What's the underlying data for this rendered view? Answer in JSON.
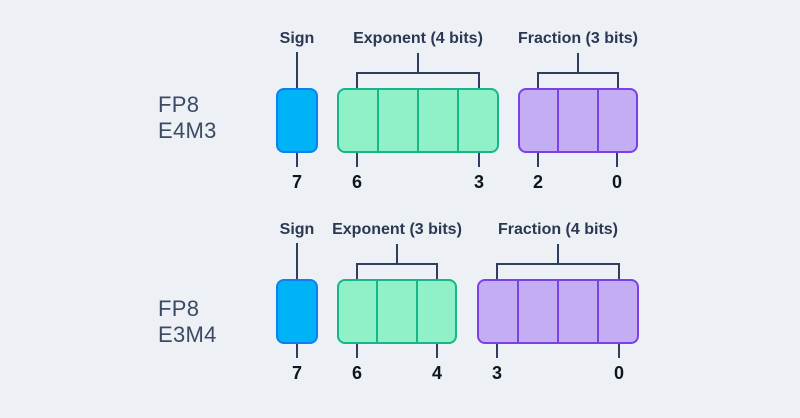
{
  "colors": {
    "bg": "#edf0f5",
    "line": "#2f3e5e",
    "label_text": "#2b3852",
    "number_text": "#10151f",
    "format_text": "#3d4a66",
    "sign_fill": "#00b3f7",
    "sign_border": "#0d7ff0",
    "exponent_fill": "#90f1c8",
    "exponent_border": "#15b787",
    "fraction_fill": "#c4aef3",
    "fraction_border": "#7b40e8"
  },
  "rows": [
    {
      "name_line1": "FP8",
      "name_line2": "E4M3",
      "sign": {
        "label": "Sign",
        "bit": "7"
      },
      "exponent": {
        "label": "Exponent (4 bits)",
        "bits": 4,
        "msb": "6",
        "lsb": "3"
      },
      "fraction": {
        "label": "Fraction (3 bits)",
        "bits": 3,
        "msb": "2",
        "lsb": "0"
      }
    },
    {
      "name_line1": "FP8",
      "name_line2": "E3M4",
      "sign": {
        "label": "Sign",
        "bit": "7"
      },
      "exponent": {
        "label": "Exponent (3 bits)",
        "bits": 3,
        "msb": "6",
        "lsb": "4"
      },
      "fraction": {
        "label": "Fraction (4 bits)",
        "bits": 4,
        "msb": "3",
        "lsb": "0"
      }
    }
  ]
}
